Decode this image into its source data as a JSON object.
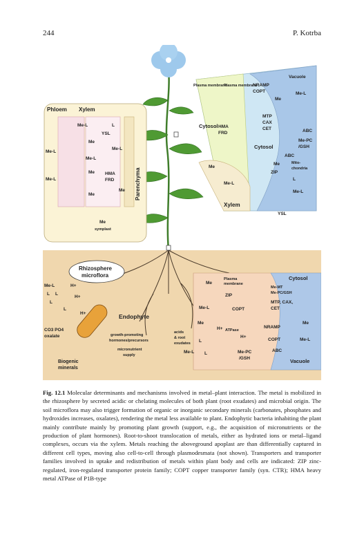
{
  "header": {
    "page_number": "244",
    "author": "P. Kotrba"
  },
  "figure": {
    "phloem_panel": {
      "labels": [
        "Phloem",
        "Xylem",
        "Parenchyma",
        "Me-L",
        "L",
        "YSL",
        "Me",
        "Me-L",
        "Me-L",
        "Me-L",
        "Me-L",
        "Me",
        "HMA",
        "FRD",
        "Me",
        "Me",
        "Me",
        "symplast"
      ]
    },
    "cell_panel": {
      "labels": [
        "Vacuole",
        "Plasma membrane",
        "Plasma membrane",
        "NRAMP",
        "COPT",
        "Me",
        "Me-L",
        "MTP",
        "CAX",
        "CET",
        "ABC",
        "Me-PC",
        "/GSH",
        "Cytosol",
        "HMA",
        "FRD",
        "Cytosol",
        "ABC",
        "Mito-",
        "chondria",
        "Me",
        "ZIP",
        "L",
        "Me-L",
        "Me",
        "Me-L",
        "Xylem",
        "YSL"
      ]
    },
    "soil_panel": {
      "labels": [
        "Rhizosphere",
        "microflora",
        "Me-L",
        "H+",
        "L",
        "L",
        "L",
        "H+",
        "L",
        "H+",
        "Endophyte",
        "growth-promoting",
        "hormones/precursors",
        "micronutrient",
        "supply",
        "CO3 PO4",
        "oxalate",
        "Biogenic",
        "minerals",
        "Me",
        "Me-L",
        "Me",
        "acids",
        "& root",
        "exudates",
        "H+",
        "L",
        "Me-L",
        "L",
        "Plasma",
        "membrane",
        "ZIP",
        "COPT",
        "ATPase",
        "H+",
        "Me-PC",
        "/GSH",
        "Cytosol",
        "Me-MT",
        "Me-PC/GSH",
        "MTP, CAX,",
        "CET",
        "NRAMP",
        "COPT",
        "ABC",
        "Me",
        "Me-L",
        "Vacuole"
      ]
    }
  },
  "caption": {
    "label": "Fig. 12.1",
    "text": " Molecular determinants and mechanisms involved in metal–plant interaction. The metal is mobilized in the rhizosphere by secreted acidic or chelating molecules of both plant (root exudates) and microbial origin. The soil microflora may also trigger formation of organic or inorganic secondary minerals (carbonates, phosphates and hydroxides increases, oxalates), rendering the metal less available to plant. Endophytic bacteria inhabiting the plant mainly contribute mainly by promoting plant growth (support, e.g., the acquisition of micronutrients or the production of plant hormones). Root-to-shoot translocation of metals, either as hydrated ions or metal–ligand complexes, occurs via the xylem. Metals reaching the aboveground apoplast are than differentially captured in different cell types, moving also cell-to-cell through plasmodesmata (not shown). Transporters and transporter families involved in uptake and redistribution of metals within plant body and cells are indicated: ZIP zinc-regulated, iron-regulated transporter protein family; COPT copper transporter family (syn. CTR); HMA heavy metal ATPase of P1B-type"
  }
}
